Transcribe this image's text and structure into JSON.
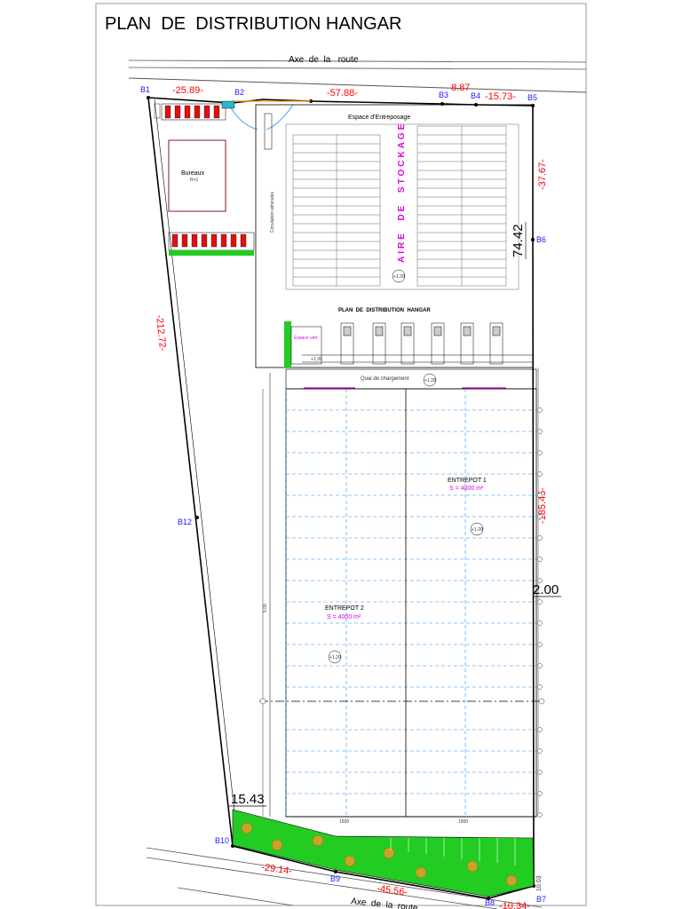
{
  "title": "PLAN  DE  DISTRIBUTION HANGAR",
  "road_label_top": "Axe  de  la   route",
  "road_label_bottom": "Axe  de  la  route",
  "points": {
    "b1": "B1",
    "b2": "B2",
    "b3": "B3",
    "b4": "B4",
    "b5": "B5",
    "b6": "B6",
    "b7": "B7",
    "b8": "B8",
    "b9": "B9",
    "b10": "B10",
    "b12": "B12"
  },
  "dimensions": {
    "b1_b2": "-25.89-",
    "b2_b3": "-57.88-",
    "b3_b4": "8.87",
    "b4_b5": "-15.73-",
    "b5_b6": "-37.67-",
    "west": "-212.72-",
    "east": "-185.45-",
    "b10_b9": "-29.14-",
    "b9_b8": "-45.56-",
    "b8_b7": "-10.34-",
    "b7_short": "10.03"
  },
  "elevations": {
    "storage": "74.42",
    "east_mid": "2.00",
    "south_west": "15.43"
  },
  "labels": {
    "bureaux": "Bureaux",
    "bureaux_sub": "R+1",
    "storage_space": "Espace d'Entreposage",
    "storage_area": "AIRE  DE  STOCKAGE",
    "inner_title": "PLAN  DE  DISTRIBUTION  HANGAR",
    "quay": "Quai de chargement",
    "warehouse1": "ENTREPOT 1",
    "warehouse1_area": "S = 4000 m²",
    "warehouse2": "ENTREPOT 2",
    "warehouse2_area": "S = 4000 m²",
    "level_storage": "+1.20",
    "level_quay": "+1.20",
    "level_w1": "+1.20",
    "level_w2": "+1.20",
    "green_box": "Espace vert",
    "dock_level": "+1.30",
    "side_note": "Circulation véhicules",
    "span_left": "1500",
    "span_right": "1500",
    "bay_dim": "5.00"
  },
  "colors": {
    "dimension": "#ff0000",
    "point": "#1a1aff",
    "grid": "#1e90ff",
    "green": "#22cc22",
    "magenta": "#e000e0",
    "vehicle": "#dd1111"
  }
}
